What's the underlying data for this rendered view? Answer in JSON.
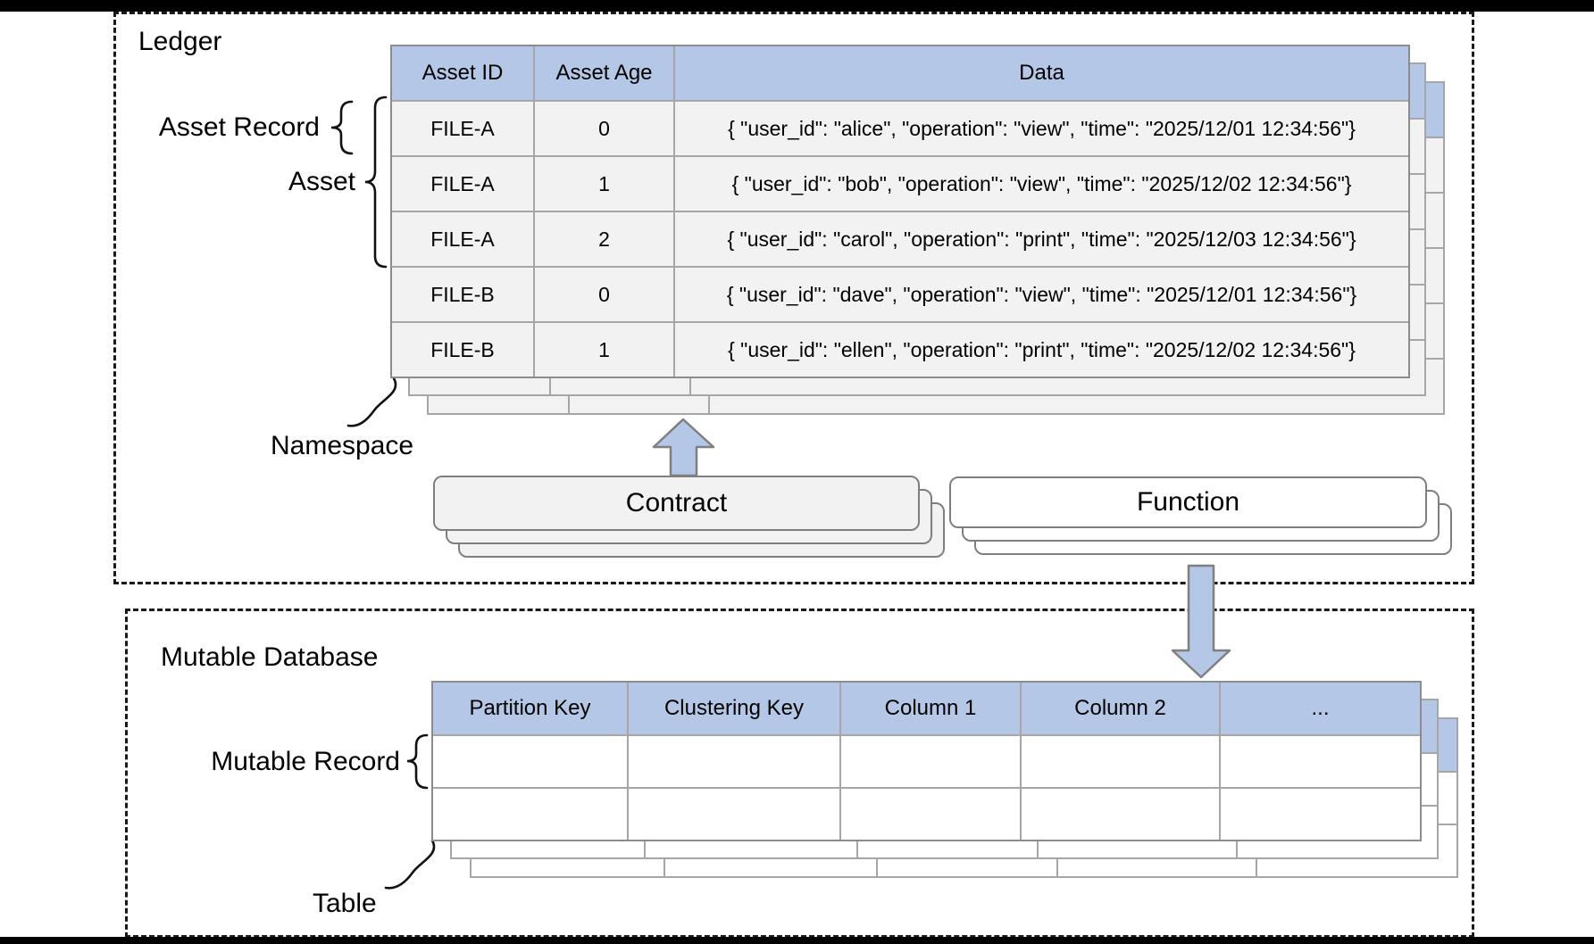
{
  "ledger": {
    "label": "Ledger",
    "asset_record_label": "Asset Record",
    "asset_label": "Asset",
    "namespace_label": "Namespace",
    "contract_label": "Contract",
    "function_label": "Function",
    "table": {
      "headers": [
        "Asset ID",
        "Asset Age",
        "Data"
      ],
      "rows": [
        {
          "id": "FILE-A",
          "age": "0",
          "data": "{ \"user_id\": \"alice\", \"operation\": \"view\", \"time\": \"2025/12/01 12:34:56\"}"
        },
        {
          "id": "FILE-A",
          "age": "1",
          "data": "{ \"user_id\": \"bob\", \"operation\": \"view\", \"time\": \"2025/12/02 12:34:56\"}"
        },
        {
          "id": "FILE-A",
          "age": "2",
          "data": "{ \"user_id\": \"carol\", \"operation\": \"print\", \"time\": \"2025/12/03 12:34:56\"}"
        },
        {
          "id": "FILE-B",
          "age": "0",
          "data": "{ \"user_id\": \"dave\", \"operation\": \"view\", \"time\": \"2025/12/01 12:34:56\"}"
        },
        {
          "id": "FILE-B",
          "age": "1",
          "data": "{ \"user_id\": \"ellen\", \"operation\": \"print\", \"time\": \"2025/12/02 12:34:56\"}"
        }
      ]
    }
  },
  "mutable_db": {
    "label": "Mutable Database",
    "mutable_record_label": "Mutable Record",
    "table_label": "Table",
    "table": {
      "headers": [
        "Partition Key",
        "Clustering Key",
        "Column 1",
        "Column 2",
        "..."
      ],
      "empty_row_count": 2
    }
  },
  "colors": {
    "header_blue": "#b4c7e7",
    "arrow_blue": "#b4c7e7",
    "sheet_grey": "#f2f2f2",
    "grid_line": "#a6a6a6",
    "outer_border": "#8c8c8c",
    "dashed_border": "#1a1a1a",
    "box_border": "#7f7f7f"
  }
}
